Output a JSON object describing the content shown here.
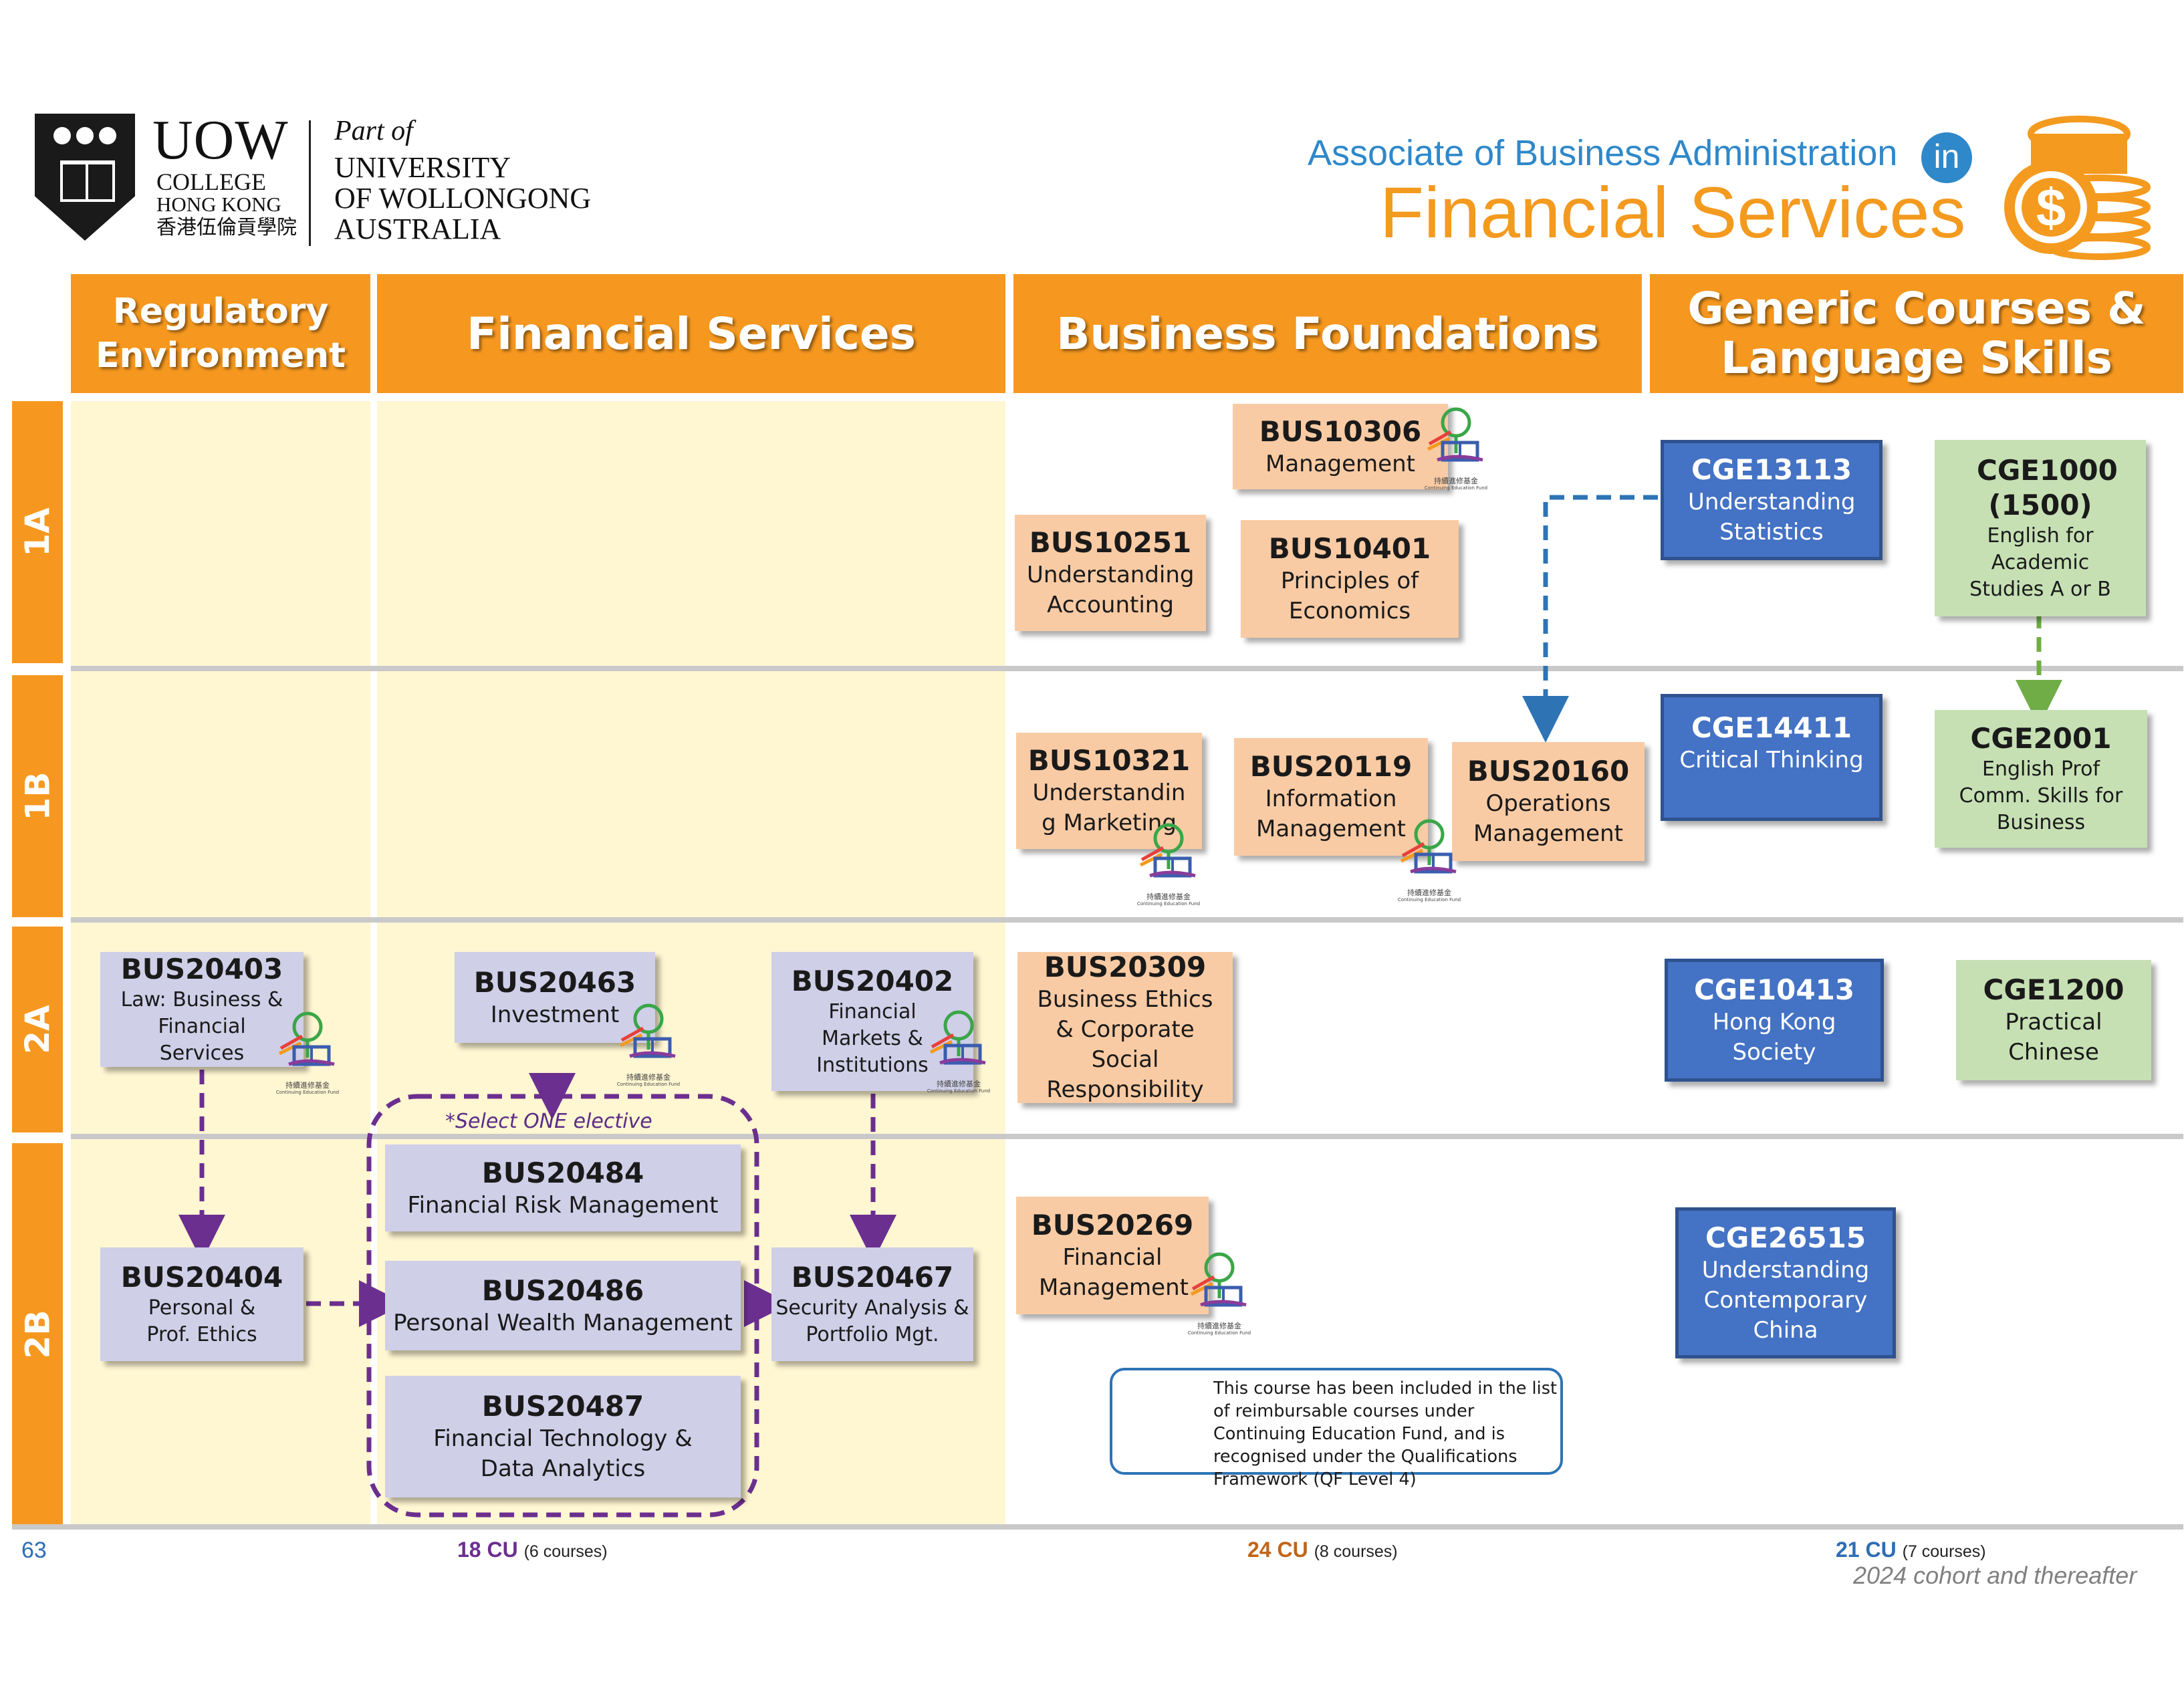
{
  "header": {
    "uow": "UOW",
    "college": "COLLEGE",
    "hong_kong": "HONG KONG",
    "chinese_name": "香港伍倫貢學院",
    "part_of": "Part of",
    "university_lines": [
      "UNIVERSITY",
      "OF WOLLONGONG",
      "AUSTRALIA"
    ],
    "program_prefix": "Associate of Business Administration",
    "in_word": "in",
    "program_name": "Financial Services",
    "icon": "coins-dollar-icon"
  },
  "columns": [
    {
      "label": "Regulatory Environment"
    },
    {
      "label": "Financial Services"
    },
    {
      "label": "Business Foundations"
    },
    {
      "label": "Generic Courses & Language Skills"
    }
  ],
  "rows": [
    "1A",
    "1B",
    "2A",
    "2B"
  ],
  "courses": {
    "BUS10306": {
      "code": "BUS10306",
      "title": "Management"
    },
    "BUS10251": {
      "code": "BUS10251",
      "title": "Understanding Accounting"
    },
    "BUS10401": {
      "code": "BUS10401",
      "title": "Principles of Economics"
    },
    "CGE13113": {
      "code": "CGE13113",
      "title": "Understanding Statistics"
    },
    "CGE1000": {
      "code": "CGE1000 (1500)",
      "title": "English for Academic Studies A or B"
    },
    "BUS10321": {
      "code": "BUS10321",
      "title": "Understandin g Marketing"
    },
    "BUS20119": {
      "code": "BUS20119",
      "title": "Information Management"
    },
    "BUS20160": {
      "code": "BUS20160",
      "title": "Operations Management"
    },
    "CGE14411": {
      "code": "CGE14411",
      "title": "Critical Thinking"
    },
    "CGE2001": {
      "code": "CGE2001",
      "title": "English Prof Comm. Skills for Business"
    },
    "BUS20403": {
      "code": "BUS20403",
      "title": "Law: Business & Financial Services"
    },
    "BUS20463": {
      "code": "BUS20463",
      "title": "Investment"
    },
    "BUS20402": {
      "code": "BUS20402",
      "title": "Financial Markets & Institutions"
    },
    "BUS20309": {
      "code": "BUS20309",
      "title": "Business Ethics & Corporate Social Responsibility"
    },
    "CGE10413": {
      "code": "CGE10413",
      "title": "Hong Kong Society"
    },
    "CGE1200": {
      "code": "CGE1200",
      "title": "Practical Chinese"
    },
    "BUS20484": {
      "code": "BUS20484",
      "title": "Financial Risk Management"
    },
    "BUS20486": {
      "code": "BUS20486",
      "title": "Personal Wealth Management"
    },
    "BUS20487": {
      "code": "BUS20487",
      "title": "Financial Technology & Data Analytics"
    },
    "BUS20404": {
      "code": "BUS20404",
      "title": "Personal & Prof. Ethics"
    },
    "BUS20467": {
      "code": "BUS20467",
      "title": "Security Analysis & Portfolio Mgt."
    },
    "BUS20269": {
      "code": "BUS20269",
      "title": "Financial Management"
    },
    "CGE26515": {
      "code": "CGE26515",
      "title": "Understanding Contemporary China"
    }
  },
  "elective_label": "*Select ONE elective",
  "cef": {
    "icon": "continuing-education-fund-icon",
    "chinese": "持續進修基金",
    "english": "Continuing Education Fund",
    "note": "This course has been included in the list of reimbursable courses under Continuing Education Fund, and is recognised under the Qualifications Framework (QF Level 4)"
  },
  "footer": {
    "page_number": "63",
    "totals": [
      {
        "cu": "18 CU",
        "courses": "(6 courses)",
        "color": "#6b2f8f"
      },
      {
        "cu": "24 CU",
        "courses": "(8 courses)",
        "color": "#c0651a"
      },
      {
        "cu": "21 CU",
        "courses": "(7 courses)",
        "color": "#2e6db4"
      }
    ],
    "cohort": "2024 cohort and thereafter"
  },
  "colors": {
    "orange": "#f6981f",
    "peach": "#f9cba4",
    "lavender": "#cfcfe8",
    "blue": "#4472c4",
    "green": "#c6e0b4",
    "purple_arrow": "#6b2f8f",
    "blue_arrow": "#2e74b5",
    "green_arrow": "#70ad47"
  }
}
